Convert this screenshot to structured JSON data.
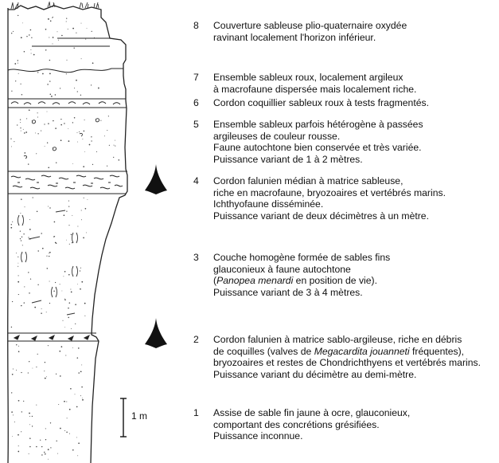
{
  "scale": {
    "label": "1 m"
  },
  "units": [
    {
      "number": "8",
      "lines": [
        [
          {
            "t": "Couverture sableuse plio-quaternaire oxydée"
          }
        ],
        [
          {
            "t": "ravinant localement l'horizon inférieur."
          }
        ]
      ]
    },
    {
      "number": "7",
      "lines": [
        [
          {
            "t": "Ensemble sableux roux, localement argileux"
          }
        ],
        [
          {
            "t": "à macrofaune dispersée mais localement riche."
          }
        ]
      ]
    },
    {
      "number": "6",
      "lines": [
        [
          {
            "t": "Cordon coquillier sableux roux à tests fragmentés."
          }
        ]
      ]
    },
    {
      "number": "5",
      "lines": [
        [
          {
            "t": "Ensemble sableux parfois hétérogène à passées"
          }
        ],
        [
          {
            "t": "argileuses de couleur rousse."
          }
        ],
        [
          {
            "t": "Faune autochtone bien conservée et très variée."
          }
        ],
        [
          {
            "t": "Puissance variant de 1 à 2 mètres."
          }
        ]
      ]
    },
    {
      "number": "4",
      "lines": [
        [
          {
            "t": "Cordon falunien médian à matrice sableuse,"
          }
        ],
        [
          {
            "t": "riche en macrofaune, bryozoaires et vertébrés marins."
          }
        ],
        [
          {
            "t": "Ichthyofaune disséminée."
          }
        ],
        [
          {
            "t": "Puissance variant de deux décimètres à un mètre."
          }
        ]
      ]
    },
    {
      "number": "3",
      "lines": [
        [
          {
            "t": "Couche homogène formée de sables fins"
          }
        ],
        [
          {
            "t": "glauconieux à faune autochtone"
          }
        ],
        [
          {
            "t": "("
          },
          {
            "t": "Panopea menardi",
            "i": true
          },
          {
            "t": " en position de vie)."
          }
        ],
        [
          {
            "t": "Puissance variant de 3 à 4 mètres."
          }
        ]
      ]
    },
    {
      "number": "2",
      "lines": [
        [
          {
            "t": "Cordon falunien à matrice sablo-argileuse, riche en débris"
          }
        ],
        [
          {
            "t": "de coquilles (valves de "
          },
          {
            "t": "Megacardita jouanneti",
            "i": true
          },
          {
            "t": " fréquentes),"
          }
        ],
        [
          {
            "t": "bryozoaires et restes de Chondrichthyens et vertébrés marins."
          }
        ],
        [
          {
            "t": "Puissance variant du décimètre au demi-mètre."
          }
        ]
      ]
    },
    {
      "number": "1",
      "lines": [
        [
          {
            "t": "Assise de sable fin jaune à ocre, glauconieux,"
          }
        ],
        [
          {
            "t": "comportant des concrétions grésifiées."
          }
        ],
        [
          {
            "t": "Puissance inconnue."
          }
        ]
      ]
    }
  ]
}
